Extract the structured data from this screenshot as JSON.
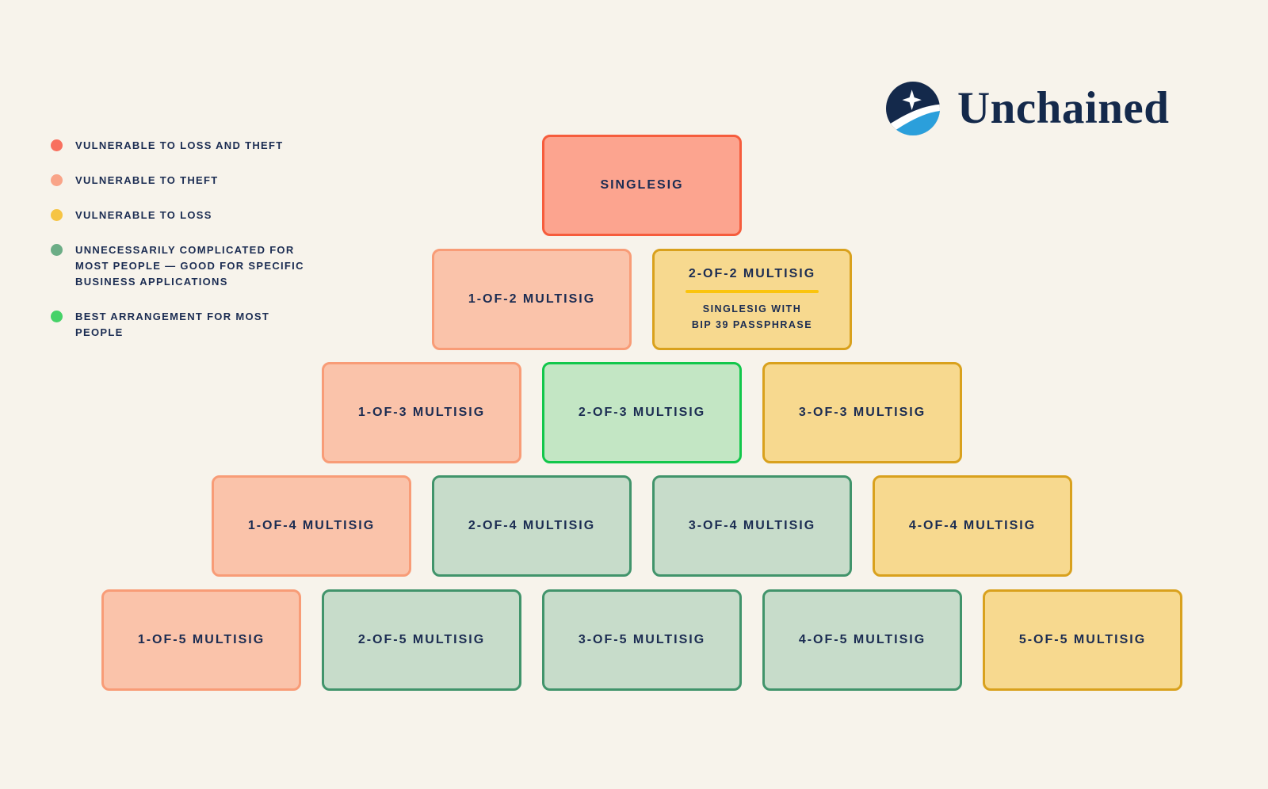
{
  "background_color": "#F7F3EB",
  "text_color": "#1B2C52",
  "logo": {
    "wordmark": "Unchained",
    "icon": "unchained-circle-star-wave",
    "navy": "#14294B",
    "blue": "#2B9FDB"
  },
  "legend": {
    "items": [
      {
        "label": "VULNERABLE TO LOSS AND THEFT",
        "dot_color": "#F8705F",
        "category": "loss-and-theft"
      },
      {
        "label": "VULNERABLE TO THEFT",
        "dot_color": "#F9A488",
        "category": "theft"
      },
      {
        "label": "VULNERABLE TO LOSS",
        "dot_color": "#F6C444",
        "category": "loss"
      },
      {
        "label": "UNNECESSARILY COMPLICATED FOR MOST PEOPLE — GOOD FOR SPECIFIC BUSINESS APPLICATIONS",
        "dot_color": "#6CAD86",
        "category": "complicated"
      },
      {
        "label": "BEST ARRANGEMENT FOR MOST PEOPLE",
        "dot_color": "#46D268",
        "category": "best"
      }
    ]
  },
  "palette": {
    "loss_and_theft": {
      "fill": "#FCA48F",
      "border": "#F65C3C"
    },
    "theft": {
      "fill": "#FAC3AA",
      "border": "#F89C77"
    },
    "loss": {
      "fill": "#F7D98F",
      "border": "#D9A11D",
      "divider": "#FBC40D"
    },
    "complicated": {
      "fill": "#C7DCCA",
      "border": "#41946B"
    },
    "best": {
      "fill": "#C3E6C4",
      "border": "#12C74B"
    }
  },
  "pyramid": {
    "rows": [
      {
        "boxes": [
          {
            "label": "SINGLESIG",
            "category": "loss-and-theft"
          }
        ]
      },
      {
        "boxes": [
          {
            "label": "1-OF-2 MULTISIG",
            "category": "theft"
          },
          {
            "label": "2-OF-2 MULTISIG",
            "category": "loss",
            "sub_line1": "SINGLESIG WITH",
            "sub_line2": "BIP 39 PASSPHRASE"
          }
        ]
      },
      {
        "boxes": [
          {
            "label": "1-OF-3 MULTISIG",
            "category": "theft"
          },
          {
            "label": "2-OF-3 MULTISIG",
            "category": "best"
          },
          {
            "label": "3-OF-3 MULTISIG",
            "category": "loss"
          }
        ]
      },
      {
        "boxes": [
          {
            "label": "1-OF-4 MULTISIG",
            "category": "theft"
          },
          {
            "label": "2-OF-4 MULTISIG",
            "category": "complicated"
          },
          {
            "label": "3-OF-4 MULTISIG",
            "category": "complicated"
          },
          {
            "label": "4-OF-4 MULTISIG",
            "category": "loss"
          }
        ]
      },
      {
        "boxes": [
          {
            "label": "1-OF-5 MULTISIG",
            "category": "theft"
          },
          {
            "label": "2-OF-5 MULTISIG",
            "category": "complicated"
          },
          {
            "label": "3-OF-5 MULTISIG",
            "category": "complicated"
          },
          {
            "label": "4-OF-5 MULTISIG",
            "category": "complicated"
          },
          {
            "label": "5-OF-5 MULTISIG",
            "category": "loss"
          }
        ]
      }
    ]
  }
}
